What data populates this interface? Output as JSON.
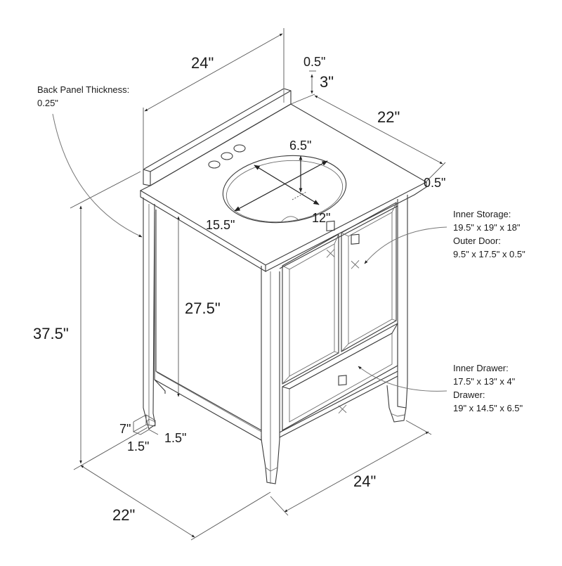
{
  "diagram": {
    "subject": "Bathroom vanity cabinet with sink top - dimension drawing",
    "units": "inches",
    "line_color": "#3a3a3a",
    "background": "#ffffff"
  },
  "dimensions": {
    "top_width": "24\"",
    "backsplash_thickness": "0.5\"",
    "backsplash_height": "3\"",
    "top_depth": "22\"",
    "top_thickness": "0.5\"",
    "basin_depth": "6.5\"",
    "basin_length": "15.5\"",
    "basin_width": "12\"",
    "overall_height": "37.5\"",
    "cabinet_height": "27.5\"",
    "leg_height": "7\"",
    "leg_width_side": "1.5\"",
    "leg_width_front": "1.5\"",
    "base_depth": "22\"",
    "base_width": "24\""
  },
  "annotations": {
    "back_panel": {
      "label": "Back Panel Thickness:",
      "value": "0.25\""
    },
    "storage": {
      "line1": "Inner Storage:",
      "line2": "19.5\" x 19\" x 18\"",
      "line3": "Outer Door:",
      "line4": "9.5\" x 17.5\" x 0.5\""
    },
    "drawer": {
      "line1": "Inner Drawer:",
      "line2": "17.5\" x 13\" x 4\"",
      "line3": "Drawer:",
      "line4": "19\" x 14.5\" x 6.5\""
    }
  }
}
